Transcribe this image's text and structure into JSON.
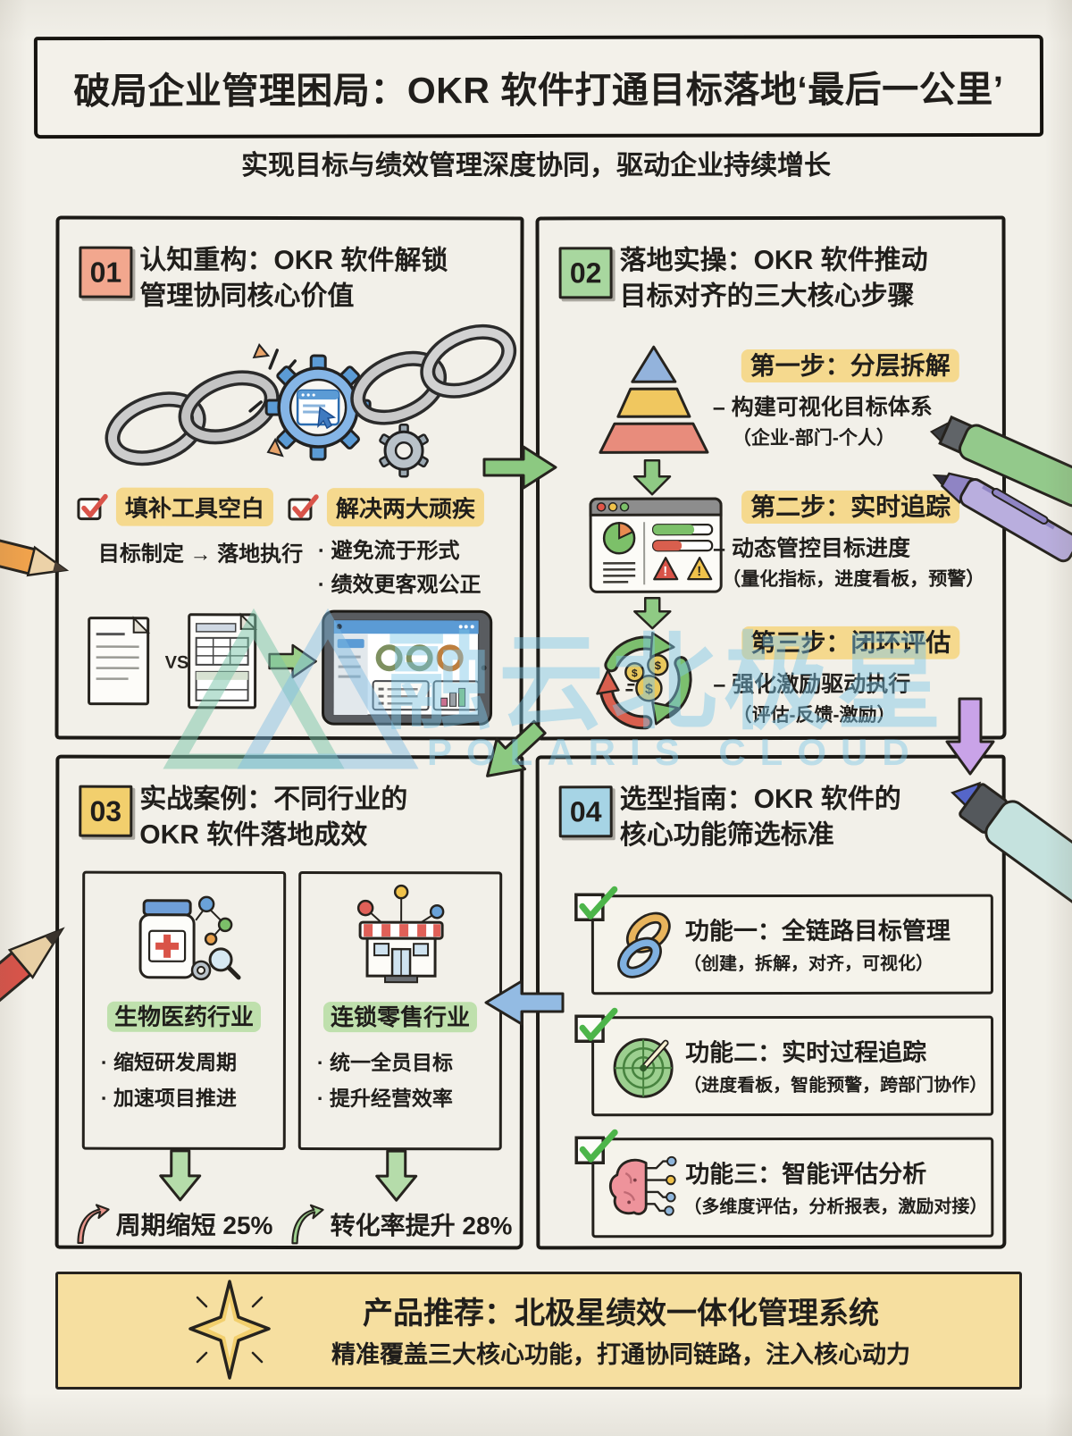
{
  "header": {
    "title": "破局企业管理困局：OKR 软件打通目标落地‘最后一公里’",
    "subtitle": "实现目标与绩效管理深度协同，驱动企业持续增长"
  },
  "watermark": {
    "brand": "融云北极星",
    "brand_en": "POLARIS CLOUD"
  },
  "sections": {
    "s1": {
      "number": "01",
      "title_line1": "认知重构：OKR 软件解锁",
      "title_line2": "管理协同核心价值",
      "check1_label": "填补工具空白",
      "check1_desc": "目标制定 → 落地执行",
      "check2_label": "解决两大顽疾",
      "check2_items": [
        "· 避免流于形式",
        "· 绩效更客观公正"
      ],
      "vs_label": "VS"
    },
    "s2": {
      "number": "02",
      "title_line1": "落地实操：OKR 软件推动",
      "title_line2": "目标对齐的三大核心步骤",
      "steps": [
        {
          "heading": "第一步：分层拆解",
          "desc": "– 构建可视化目标体系",
          "note": "（企业-部门-个人）"
        },
        {
          "heading": "第二步：实时追踪",
          "desc": "– 动态管控目标进度",
          "note": "（量化指标，进度看板，预警）"
        },
        {
          "heading": "第三步：闭环评估",
          "desc": "– 强化激励驱动执行",
          "note": "（评估-反馈-激励）"
        }
      ]
    },
    "s3": {
      "number": "03",
      "title_line1": "实战案例：不同行业的",
      "title_line2": "OKR 软件落地成效",
      "cases": [
        {
          "industry": "生物医药行业",
          "items": [
            "· 缩短研发周期",
            "· 加速项目推进"
          ],
          "result": "周期缩短 25%"
        },
        {
          "industry": "连锁零售行业",
          "items": [
            "· 统一全员目标",
            "· 提升经营效率"
          ],
          "result": "转化率提升 28%"
        }
      ]
    },
    "s4": {
      "number": "04",
      "title_line1": "选型指南：OKR 软件的",
      "title_line2": "核心功能筛选标准",
      "features": [
        {
          "heading": "功能一：全链路目标管理",
          "note": "（创建，拆解，对齐，可视化）"
        },
        {
          "heading": "功能二：实时过程追踪",
          "note": "（进度看板，智能预警，跨部门协作）"
        },
        {
          "heading": "功能三：智能评估分析",
          "note": "（多维度评估，分析报表，激励对接）"
        }
      ]
    }
  },
  "footer": {
    "title": "产品推荐：北极星绩效一体化管理系统",
    "subtitle": "精准覆盖三大核心功能，打通协同链路，注入核心动力"
  },
  "glyphs": {
    "dollar": "$",
    "exclaim": "!"
  },
  "colors": {
    "badge1": "#f2a78e",
    "badge2": "#a8d79f",
    "badge3": "#f2cf6d",
    "badge4": "#a6d4e5",
    "highlight_yellow": "#f5d98e",
    "highlight_green": "#bfe0ad",
    "footer_bg": "#f6dfa0",
    "check_red": "#d9544a",
    "check_green": "#4db54a"
  }
}
